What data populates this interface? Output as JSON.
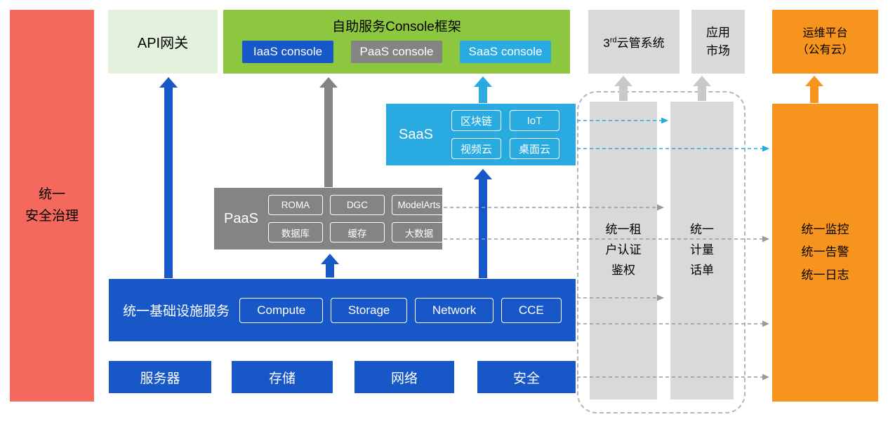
{
  "colors": {
    "blue": "#1757c8",
    "gray": "#848484",
    "cyan": "#29abe2",
    "green": "#8dc63f",
    "light_green": "#e3f1dd",
    "light_gray": "#d9d9d9",
    "orange": "#f7941e",
    "red": "#f4685e"
  },
  "left_bar": {
    "label": "统一\n安全治理"
  },
  "top": {
    "api_gateway": "API网关",
    "console_framework": {
      "title": "自助服务Console框架",
      "consoles": [
        {
          "label": "IaaS console"
        },
        {
          "label": "PaaS console"
        },
        {
          "label": "SaaS console"
        }
      ]
    },
    "third_party": {
      "prefix": "3",
      "sup": "rd",
      "rest": "云管系统"
    },
    "app_market": "应用\n市场",
    "ops_platform": "运维平台\n（公有云）"
  },
  "saas": {
    "label": "SaaS",
    "items": [
      "区块链",
      "IoT",
      "视频云",
      "桌面云"
    ]
  },
  "paas": {
    "label": "PaaS",
    "items": [
      "ROMA",
      "DGC",
      "ModelArts",
      "数据库",
      "缓存",
      "大数据"
    ]
  },
  "infrastructure": {
    "label": "统一基础设施服务",
    "items": [
      "Compute",
      "Storage",
      "Network",
      "CCE"
    ]
  },
  "bottom_row": [
    "服务器",
    "存储",
    "网络",
    "安全"
  ],
  "right": {
    "auth_bar": "统一租\n户认证\n鉴权",
    "billing_bar": "统一\n计量\n话单",
    "monitor_bar": "统一监控\n统一告警\n统一日志"
  }
}
